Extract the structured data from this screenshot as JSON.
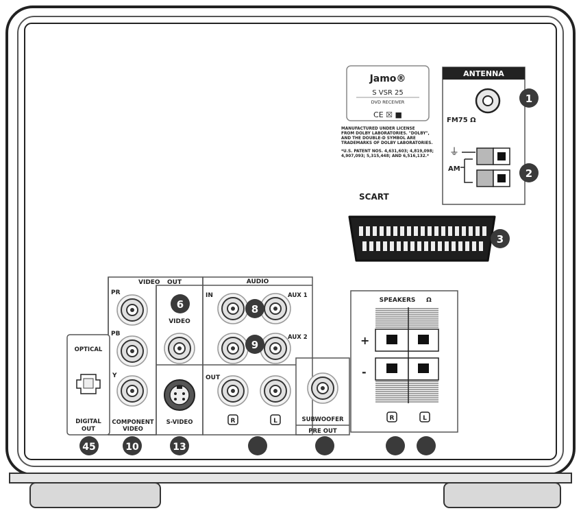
{
  "label_plate": {
    "brand": "Jamo®",
    "model": "S VSR 25",
    "product": "DVD RECEIVER",
    "marks": "CE ☒ ■",
    "license_lines": [
      "MANUFACTURED UNDER LICENSE",
      "FROM DOLBY LABORATORIES. \"DOLBY\",",
      "AND THE DOUBLE-D SYMBOL ARE",
      "TRADEMARKS OF DOLBY LABORATORIES."
    ],
    "patent_lines": [
      "*U.S. PATENT NOS. 4,631,603; 4,819,098;",
      "4,907,093; 5,315,448; AND 6,516,132.*"
    ]
  },
  "antenna": {
    "header": "ANTENNA",
    "fm": "FM75 Ω",
    "am": "AM",
    "ground": "⏚"
  },
  "scart": {
    "label": "SCART"
  },
  "video_out": {
    "title_video": "VIDEO",
    "title_out": "OUT",
    "pr": "PR",
    "pb": "PB",
    "y": "Y",
    "video": "VIDEO",
    "component": [
      "COMPONENT",
      "VIDEO"
    ],
    "svideo": "S-VIDEO"
  },
  "audio": {
    "title": "AUDIO",
    "in": "IN",
    "out": "OUT",
    "aux1": "AUX 1",
    "aux2": "AUX 2",
    "r": "R",
    "l": "L"
  },
  "optical": {
    "top": "OPTICAL",
    "bottom": [
      "DIGITAL",
      "OUT"
    ]
  },
  "subwoofer": {
    "label": "SUBWOOFER",
    "sub": "PRE OUT"
  },
  "speakers": {
    "title": "SPEAKERS",
    "impedance": "Ω",
    "plus": "+",
    "minus": "-",
    "r": "R",
    "l": "L"
  },
  "callouts": [
    {
      "id": "1",
      "text": "1"
    },
    {
      "id": "2",
      "text": "2"
    },
    {
      "id": "3",
      "text": "3"
    },
    {
      "id": "6",
      "text": "6"
    },
    {
      "id": "8",
      "text": "8"
    },
    {
      "id": "9",
      "text": "9"
    },
    {
      "id": "45",
      "text": "45"
    },
    {
      "id": "10",
      "text": "10"
    },
    {
      "id": "13",
      "text": "13"
    },
    {
      "id": "blank_a",
      "text": ""
    },
    {
      "id": "blank_b",
      "text": ""
    },
    {
      "id": "blank_c",
      "text": ""
    },
    {
      "id": "blank_d",
      "text": ""
    }
  ]
}
